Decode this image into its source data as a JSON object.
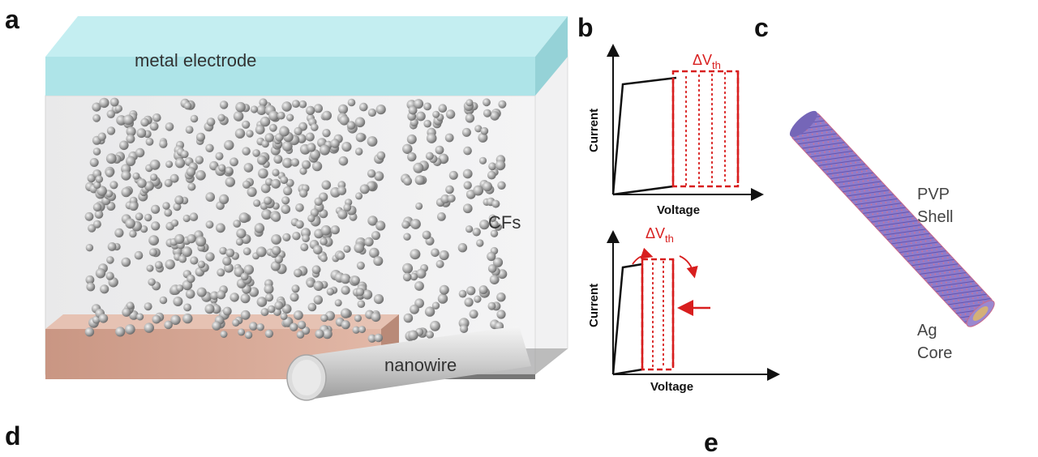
{
  "panels": {
    "a": {
      "letter": "a",
      "labels": {
        "electrode": "metal electrode",
        "cfs": "CFs",
        "nanowire": "nanowire"
      },
      "colors": {
        "electrode": "#aee4e8",
        "copper_block": "#d9a593",
        "box": "#eeeeee",
        "particles": "#a8a8a8"
      }
    },
    "b": {
      "letter": "b",
      "top": {
        "ylabel": "Current",
        "xlabel": "Voltage",
        "annotation_main": "ΔV",
        "annotation_sub": "th"
      },
      "bottom": {
        "ylabel": "Current",
        "xlabel": "Voltage",
        "annotation_main": "ΔV",
        "annotation_sub": "th"
      },
      "colors": {
        "curve": "#d81e1e",
        "axis": "#111111"
      }
    },
    "c": {
      "letter": "c",
      "shell_label_1": "PVP",
      "shell_label_2": "Shell",
      "core_label_1": "Ag",
      "core_label_2": "Core",
      "colors": {
        "shell": "#8a74c8",
        "core": "#d4b078"
      }
    },
    "d": {
      "letter": "d"
    },
    "e": {
      "letter": "e"
    }
  }
}
